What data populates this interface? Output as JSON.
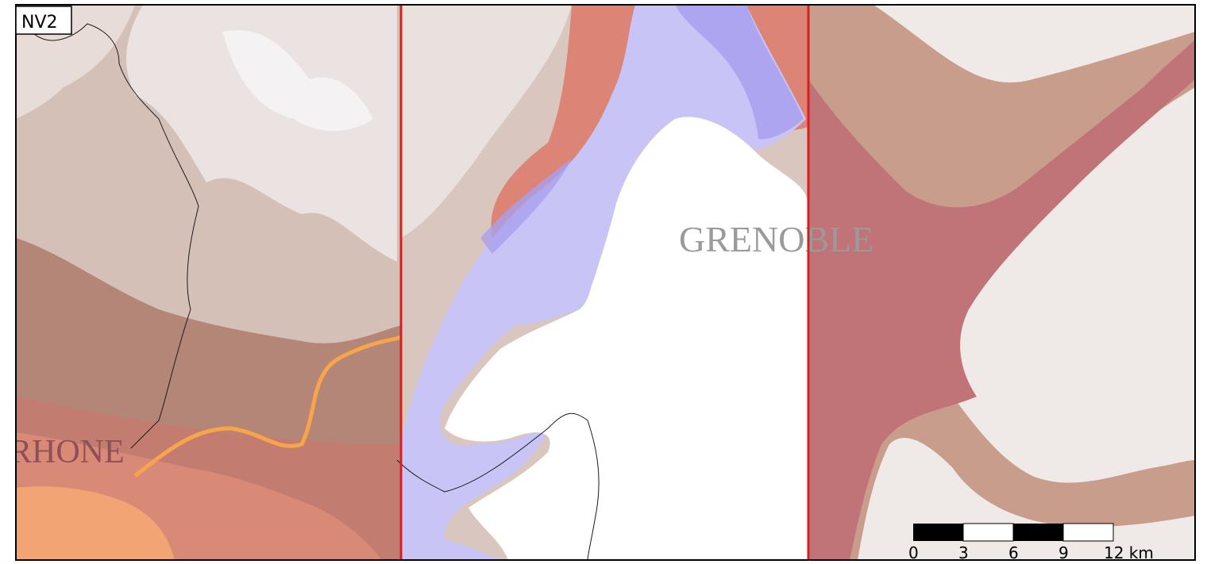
{
  "map": {
    "panel_label": "NV2",
    "places": {
      "grenoble": "GRENOBLE",
      "rhone": "RHONE"
    },
    "scale_bar": {
      "ticks": [
        "0",
        "3",
        "6",
        "9",
        "12 km"
      ]
    },
    "colors": {
      "frame": "#000000",
      "zone_boundary": "#d81f1f",
      "ice_extent": "#c8c4f6",
      "ice_dark": "#a9a0ee",
      "valley_red": "#c0767a",
      "lowland_orange": "#f2a474",
      "river": "#f7a54a"
    }
  }
}
